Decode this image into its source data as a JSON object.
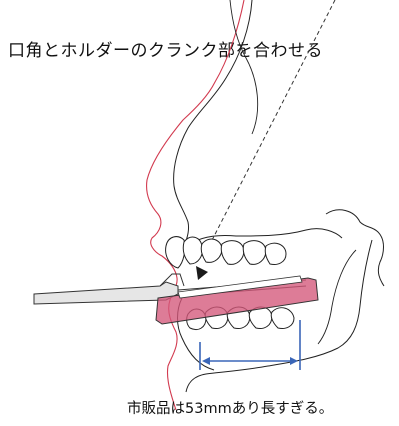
{
  "title": "口角とホルダーのクランク部を合わせる",
  "caption": "市販品は53mmあり長すぎる。",
  "colors": {
    "line": "#222222",
    "skin_outline": "#d23a4f",
    "holder_fill": "#d4577a",
    "measure": "#3a66b8",
    "marker": "#1a1a1a"
  },
  "icons": {
    "marker": "triangle-marker"
  }
}
